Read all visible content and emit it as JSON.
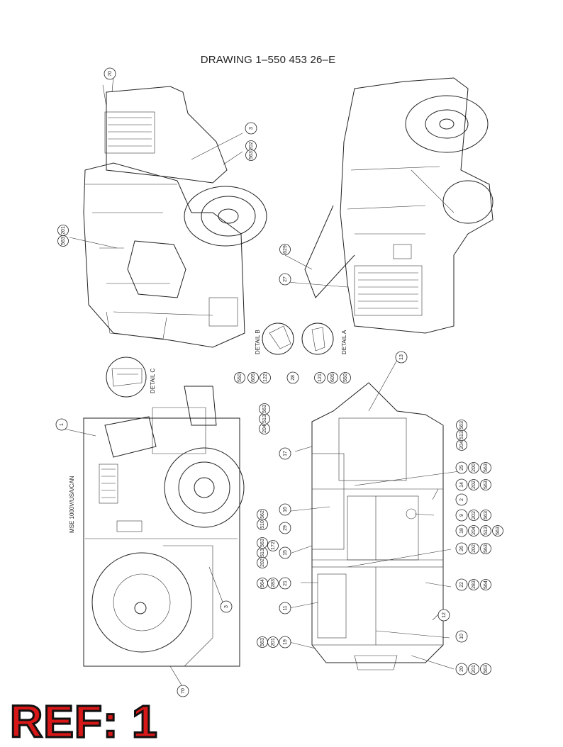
{
  "drawing_title": "DRAWING 1–550 453 26–E",
  "ref_label": "REF: 1",
  "view_labels": {
    "detail_a": "DETAIL A",
    "detail_b": "DETAIL B",
    "detail_c": "DETAIL C",
    "model_text": "MSE 1000V/USA/CAN"
  },
  "callouts": [
    {
      "id": "c70a",
      "text": "70"
    },
    {
      "id": "c3a",
      "text": "3"
    },
    {
      "id": "c202a",
      "text": "202"
    },
    {
      "id": "c563a",
      "text": "563"
    },
    {
      "id": "c201a",
      "text": "201"
    },
    {
      "id": "c563b",
      "text": "563"
    },
    {
      "id": "c629",
      "text": "629"
    },
    {
      "id": "c27",
      "text": "27"
    },
    {
      "id": "c550",
      "text": "550"
    },
    {
      "id": "c605a",
      "text": "605"
    },
    {
      "id": "c122",
      "text": "122"
    },
    {
      "id": "c28",
      "text": "28"
    },
    {
      "id": "c121",
      "text": "121"
    },
    {
      "id": "c605b",
      "text": "605"
    },
    {
      "id": "c550b",
      "text": "550"
    },
    {
      "id": "c1",
      "text": "1"
    },
    {
      "id": "c3b",
      "text": "3"
    },
    {
      "id": "c70b",
      "text": "70"
    },
    {
      "id": "c13",
      "text": "13"
    },
    {
      "id": "c204a",
      "text": "204"
    },
    {
      "id": "c513a",
      "text": "513"
    },
    {
      "id": "c563c",
      "text": "563"
    },
    {
      "id": "c17",
      "text": "17"
    },
    {
      "id": "c204b",
      "text": "204"
    },
    {
      "id": "c513b",
      "text": "513"
    },
    {
      "id": "c563d",
      "text": "563"
    },
    {
      "id": "c25",
      "text": "25"
    },
    {
      "id": "c200",
      "text": "200"
    },
    {
      "id": "c563e",
      "text": "563"
    },
    {
      "id": "c14",
      "text": "14"
    },
    {
      "id": "c202b",
      "text": "202"
    },
    {
      "id": "c563f",
      "text": "563"
    },
    {
      "id": "c2",
      "text": "2"
    },
    {
      "id": "c9",
      "text": "9"
    },
    {
      "id": "c202c",
      "text": "202"
    },
    {
      "id": "c563g",
      "text": "563"
    },
    {
      "id": "c18",
      "text": "18"
    },
    {
      "id": "c510",
      "text": "510"
    },
    {
      "id": "c562",
      "text": "562"
    },
    {
      "id": "c29",
      "text": "29"
    },
    {
      "id": "c172",
      "text": "172"
    },
    {
      "id": "c16",
      "text": "16"
    },
    {
      "id": "c204c",
      "text": "204"
    },
    {
      "id": "c513c",
      "text": "513"
    },
    {
      "id": "c563h",
      "text": "563"
    },
    {
      "id": "c513d",
      "text": "513"
    },
    {
      "id": "c563i",
      "text": "563"
    },
    {
      "id": "c202d",
      "text": "202"
    },
    {
      "id": "c15",
      "text": "15"
    },
    {
      "id": "c26",
      "text": "26"
    },
    {
      "id": "c202e",
      "text": "202"
    },
    {
      "id": "c563j",
      "text": "563"
    },
    {
      "id": "c564a",
      "text": "564"
    },
    {
      "id": "c283a",
      "text": "283"
    },
    {
      "id": "c21",
      "text": "21"
    },
    {
      "id": "c22",
      "text": "22"
    },
    {
      "id": "c283b",
      "text": "283"
    },
    {
      "id": "c564b",
      "text": "564"
    },
    {
      "id": "c11",
      "text": "11"
    },
    {
      "id": "c12",
      "text": "12"
    },
    {
      "id": "c563k",
      "text": "563"
    },
    {
      "id": "c201b",
      "text": "201"
    },
    {
      "id": "c19",
      "text": "19"
    },
    {
      "id": "c10",
      "text": "10"
    },
    {
      "id": "c20",
      "text": "20"
    },
    {
      "id": "c201c",
      "text": "201"
    },
    {
      "id": "c563l",
      "text": "563"
    }
  ]
}
